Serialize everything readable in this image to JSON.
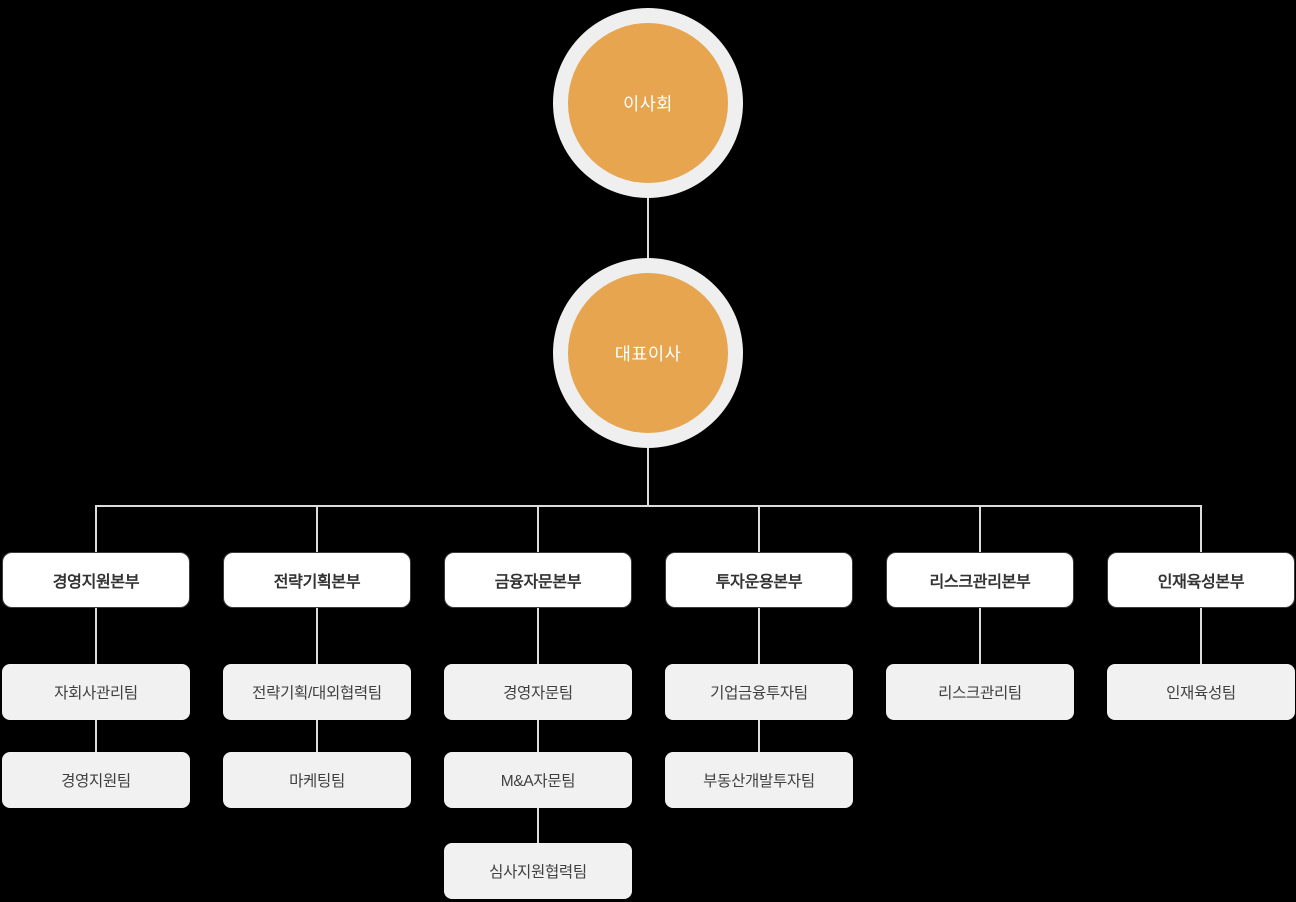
{
  "org": {
    "board": {
      "label": "이사회"
    },
    "ceo": {
      "label": "대표이사"
    },
    "divisions": [
      {
        "label": "경영지원본부",
        "teams": [
          "자회사관리팀",
          "경영지원팀"
        ]
      },
      {
        "label": "전략기획본부",
        "teams": [
          "전략기획/대외협력팀",
          "마케팅팀"
        ]
      },
      {
        "label": "금융자문본부",
        "teams": [
          "경영자문팀",
          "M&A자문팀",
          "심사지원협력팀"
        ]
      },
      {
        "label": "투자운용본부",
        "teams": [
          "기업금융투자팀",
          "부동산개발투자팀"
        ]
      },
      {
        "label": "리스크관리본부",
        "teams": [
          "리스크관리팀"
        ]
      },
      {
        "label": "인재육성본부",
        "teams": [
          "인재육성팀"
        ]
      }
    ]
  },
  "colors": {
    "background": "#000000",
    "node_fill": "#E6A54E",
    "node_ring": "#EFEFEF",
    "node_text": "#FFFFFF",
    "division_bg": "#FFFFFF",
    "division_border": "#3B3B3B",
    "division_text": "#333333",
    "team_bg": "#F1F1F2",
    "team_text": "#404040",
    "connector": "#DCDCDC"
  }
}
